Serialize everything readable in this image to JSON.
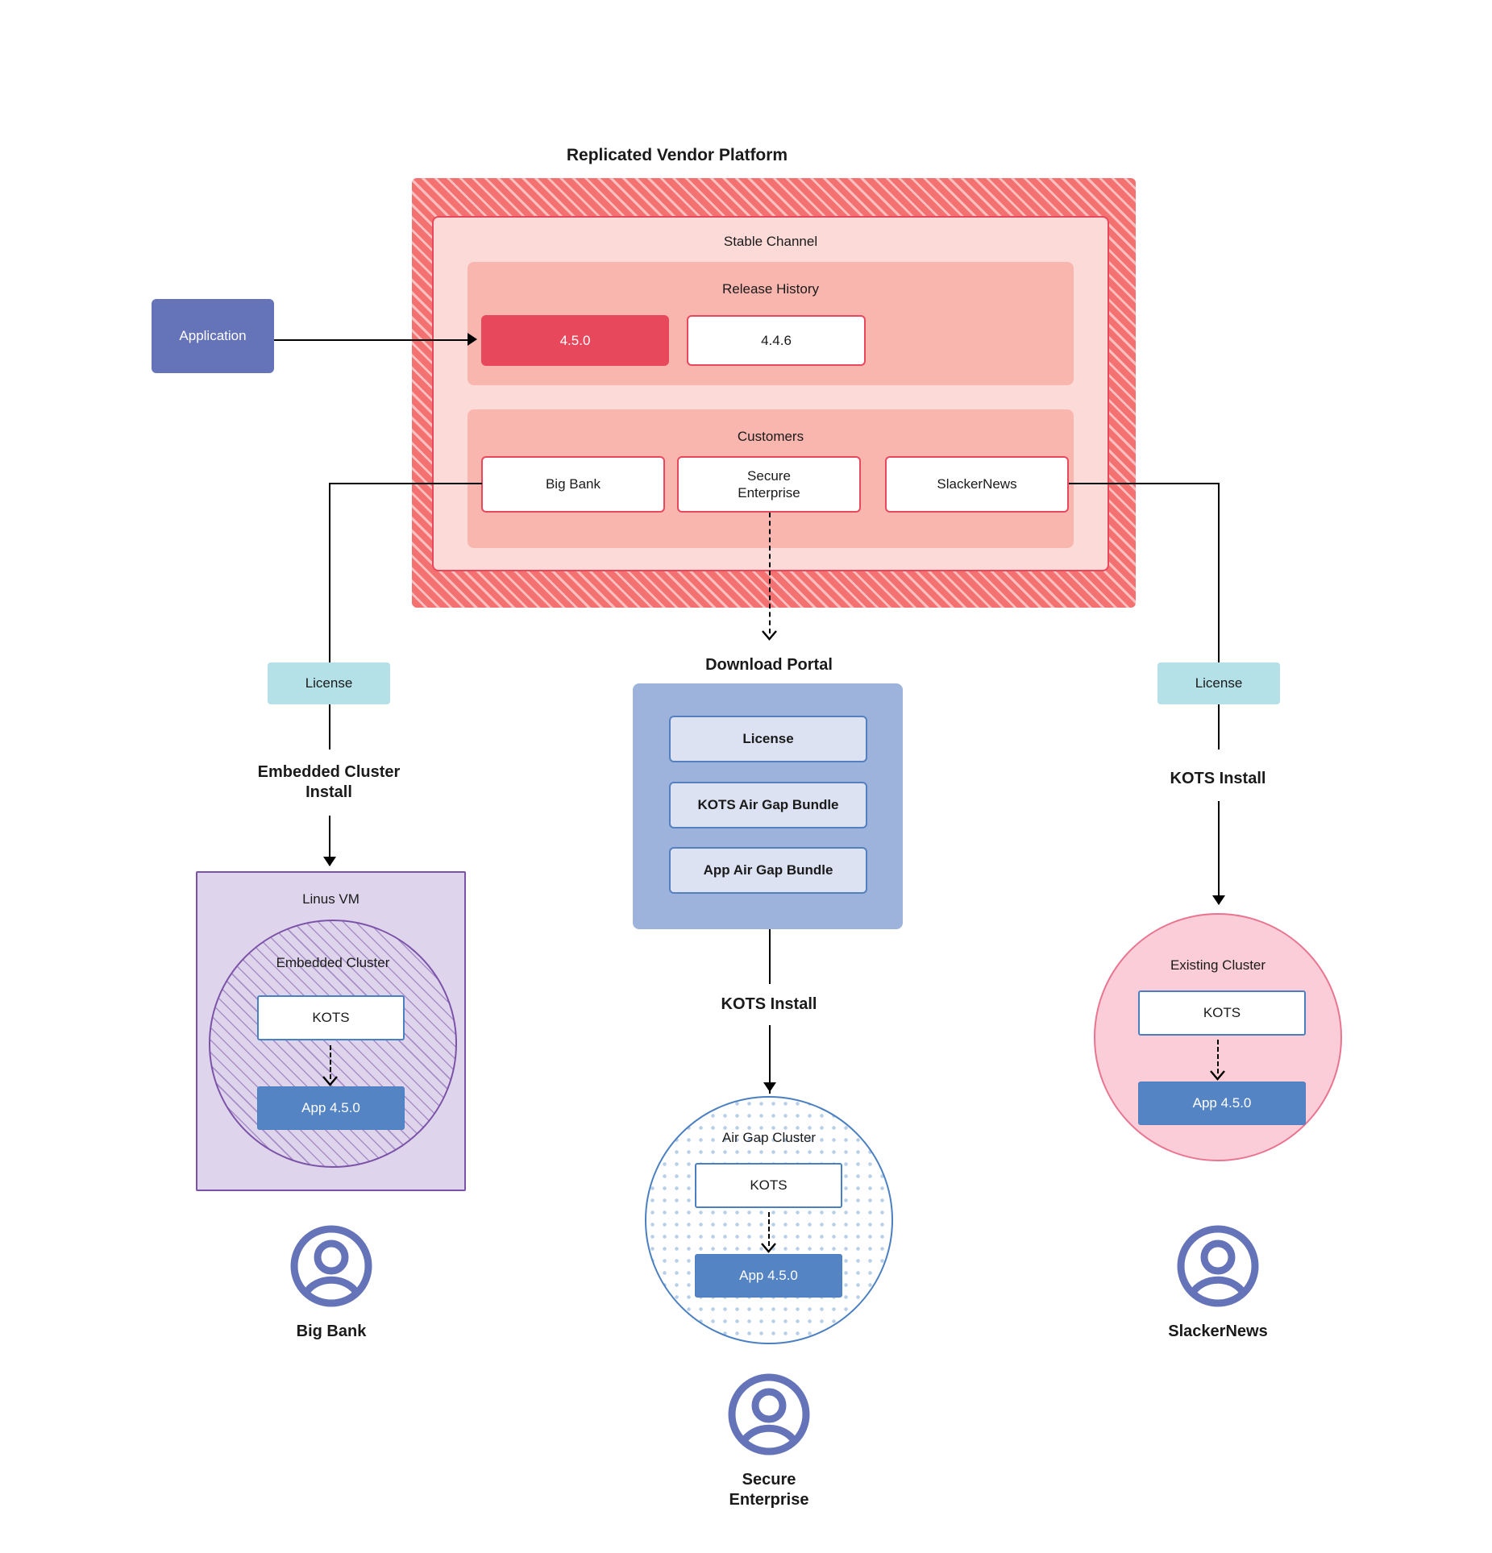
{
  "platform": {
    "title": "Replicated Vendor Platform",
    "channel_title": "Stable Channel",
    "release_history_title": "Release History",
    "releases": [
      {
        "label": "4.5.0",
        "state": "current"
      },
      {
        "label": "4.4.6",
        "state": "previous"
      }
    ],
    "customers_title": "Customers",
    "customers": [
      {
        "label": "Big Bank"
      },
      {
        "label": "Secure\nEnterprise"
      },
      {
        "label": "SlackerNews"
      }
    ]
  },
  "application": {
    "label": "Application"
  },
  "left_flow": {
    "license_label": "License",
    "install_label": "Embedded Cluster\nInstall",
    "vm_label": "Linus VM",
    "cluster_label": "Embedded Cluster",
    "kots_label": "KOTS",
    "app_label": "App 4.5.0",
    "customer_name": "Big Bank"
  },
  "center_flow": {
    "portal_title": "Download  Portal",
    "portal_items": [
      {
        "label": "License"
      },
      {
        "label": "KOTS Air Gap Bundle"
      },
      {
        "label": "App Air Gap Bundle"
      }
    ],
    "install_label": "KOTS Install",
    "cluster_label": "Air Gap Cluster",
    "kots_label": "KOTS",
    "app_label": "App 4.5.0",
    "customer_name": "Secure\nEnterprise"
  },
  "right_flow": {
    "license_label": "License",
    "install_label": "KOTS Install",
    "cluster_label": "Existing Cluster",
    "kots_label": "KOTS",
    "app_label": "App 4.5.0",
    "customer_name": "SlackerNews"
  },
  "colors": {
    "platform_hatch": "#f47171",
    "channel_fill": "#fbdad8",
    "band_fill": "#f9b6ae",
    "release_current": "#e8485c",
    "application": "#6573b8",
    "license": "#b4e1e8",
    "portal": "#9db3dc",
    "portal_item": "#dce2f2",
    "vm": "#ded5ec",
    "vm_border": "#7b52a8",
    "airgap_border": "#4a7fc1",
    "existing_cluster": "#fbcdd8",
    "existing_border": "#e8748f",
    "app_version": "#5584c4",
    "avatar": "#6573b8"
  },
  "icons": {
    "user": "user-avatar-icon",
    "chevron_down": "chevron-down-icon",
    "arrow": "arrow-icon"
  }
}
